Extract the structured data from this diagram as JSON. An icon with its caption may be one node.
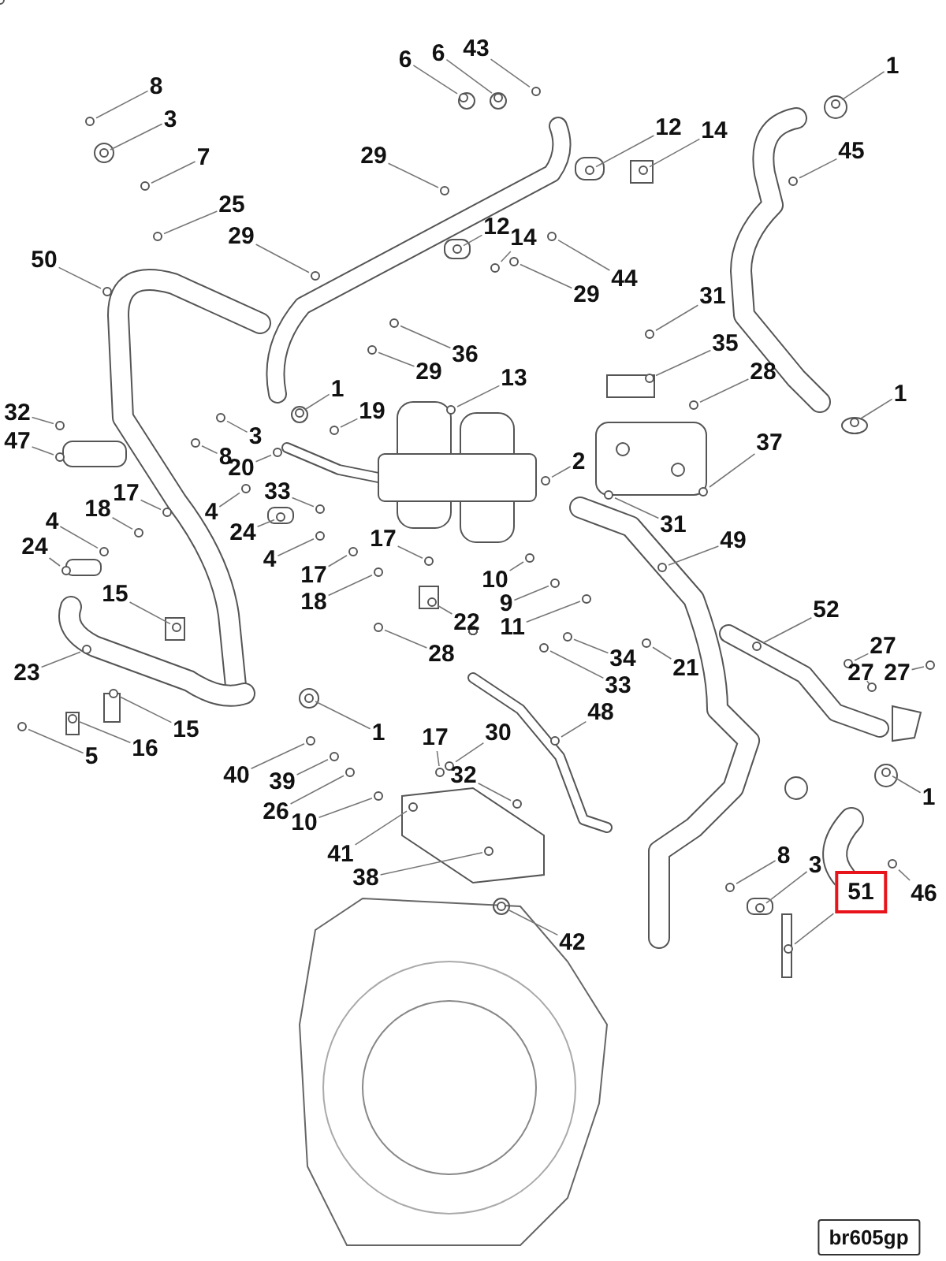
{
  "diagram": {
    "nodes": [
      {
        "text": [
          "8"
        ]
      },
      {
        "text": [
          "3"
        ]
      },
      {
        "text": [
          "7"
        ]
      },
      {
        "text": [
          "25"
        ]
      },
      {
        "text": [
          "50"
        ]
      },
      {
        "text": [
          "29"
        ]
      },
      {
        "text": [
          "29"
        ]
      },
      {
        "text": [
          "6"
        ]
      },
      {
        "text": [
          "6"
        ]
      },
      {
        "text": [
          "43"
        ]
      },
      {
        "text": [
          "1"
        ]
      },
      {
        "text": [
          "12"
        ]
      },
      {
        "text": [
          "14"
        ]
      },
      {
        "text": [
          "45"
        ]
      },
      {
        "text": [
          "12"
        ]
      },
      {
        "text": [
          "14"
        ]
      },
      {
        "text": [
          "29"
        ]
      },
      {
        "text": [
          "44"
        ]
      },
      {
        "text": [
          "31"
        ]
      },
      {
        "text": [
          "36"
        ]
      },
      {
        "text": [
          "29"
        ]
      },
      {
        "text": [
          "35"
        ]
      },
      {
        "text": [
          "28"
        ]
      },
      {
        "text": [
          "1"
        ]
      },
      {
        "text": [
          "1"
        ]
      },
      {
        "text": [
          "13"
        ]
      },
      {
        "text": [
          "19"
        ]
      },
      {
        "text": [
          "32"
        ]
      },
      {
        "text": [
          "47"
        ]
      },
      {
        "text": [
          "3"
        ]
      },
      {
        "text": [
          "8"
        ]
      },
      {
        "text": [
          "20"
        ]
      },
      {
        "text": [
          "33"
        ]
      },
      {
        "text": [
          "4"
        ]
      },
      {
        "text": [
          "24"
        ]
      },
      {
        "text": [
          "17"
        ]
      },
      {
        "text": [
          "18"
        ]
      },
      {
        "text": [
          "4"
        ]
      },
      {
        "text": [
          "24"
        ]
      },
      {
        "text": [
          "17"
        ]
      },
      {
        "text": [
          "4"
        ]
      },
      {
        "text": [
          "17"
        ]
      },
      {
        "text": [
          "18"
        ]
      },
      {
        "text": [
          "22"
        ]
      },
      {
        "text": [
          "28"
        ]
      },
      {
        "text": [
          "15"
        ]
      },
      {
        "text": [
          "23"
        ]
      },
      {
        "text": [
          "15"
        ]
      },
      {
        "text": [
          "5"
        ]
      },
      {
        "text": [
          "16"
        ]
      },
      {
        "text": [
          "1"
        ]
      },
      {
        "text": [
          "2"
        ]
      },
      {
        "text": [
          "37"
        ]
      },
      {
        "text": [
          "31"
        ]
      },
      {
        "text": [
          "49"
        ]
      },
      {
        "text": [
          "10"
        ]
      },
      {
        "text": [
          "9"
        ]
      },
      {
        "text": [
          "11"
        ]
      },
      {
        "text": [
          "52"
        ]
      },
      {
        "text": [
          "34"
        ]
      },
      {
        "text": [
          "33"
        ]
      },
      {
        "text": [
          "21"
        ]
      },
      {
        "text": [
          "27"
        ]
      },
      {
        "text": [
          "27"
        ]
      },
      {
        "text": [
          "27"
        ]
      },
      {
        "text": [
          "48"
        ]
      },
      {
        "text": [
          "17"
        ]
      },
      {
        "text": [
          "30"
        ]
      },
      {
        "text": [
          "32"
        ]
      },
      {
        "text": [
          "40"
        ]
      },
      {
        "text": [
          "39"
        ]
      },
      {
        "text": [
          "26"
        ]
      },
      {
        "text": [
          "10"
        ]
      },
      {
        "text": [
          "41"
        ]
      },
      {
        "text": [
          "38"
        ]
      },
      {
        "text": [
          "42"
        ]
      },
      {
        "text": [
          "1"
        ]
      },
      {
        "text": [
          "8"
        ]
      },
      {
        "text": [
          "3"
        ]
      },
      {
        "text": [
          "51"
        ]
      },
      {
        "text": [
          "46"
        ]
      },
      {
        "text": [
          "br605gp"
        ]
      },
      {
        "text": [],
        "shape": "circle"
      },
      {
        "text": [],
        "shape": "circle"
      },
      {
        "text": [],
        "shape": "circle"
      },
      {
        "text": [],
        "shape": "circle"
      },
      {
        "text": [],
        "shape": "circle"
      },
      {
        "text": [],
        "shape": "circle"
      },
      {
        "text": [],
        "shape": "circle"
      },
      {
        "text": [],
        "shape": "circle"
      },
      {
        "text": [],
        "shape": "circle"
      },
      {
        "text": [],
        "shape": "circle"
      },
      {
        "text": [],
        "shape": "circle"
      },
      {
        "text": [],
        "shape": "circle"
      },
      {
        "text": [],
        "shape": "circle"
      },
      {
        "text": [],
        "shape": "circle"
      },
      {
        "text": [],
        "shape": "circle"
      },
      {
        "text": [],
        "shape": "circle"
      },
      {
        "text": [],
        "shape": "circle"
      },
      {
        "text": [],
        "shape": "circle"
      },
      {
        "text": [],
        "shape": "circle"
      },
      {
        "text": [],
        "shape": "circle"
      },
      {
        "text": [],
        "shape": "circle"
      },
      {
        "text": [],
        "shape": "circle"
      },
      {
        "text": [],
        "shape": "circle"
      },
      {
        "text": [],
        "shape": "circle"
      },
      {
        "text": [],
        "shape": "circle"
      },
      {
        "text": [],
        "shape": "circle"
      },
      {
        "text": [],
        "shape": "circle"
      },
      {
        "text": [],
        "shape": "circle"
      },
      {
        "text": [],
        "shape": "circle"
      },
      {
        "text": [],
        "shape": "circle"
      },
      {
        "text": [],
        "shape": "circle"
      },
      {
        "text": [],
        "shape": "circle"
      },
      {
        "text": [],
        "shape": "circle"
      },
      {
        "text": [],
        "shape": "circle"
      },
      {
        "text": [],
        "shape": "circle"
      },
      {
        "text": [],
        "shape": "circle"
      },
      {
        "text": [],
        "shape": "circle"
      },
      {
        "text": [],
        "shape": "circle"
      },
      {
        "text": [],
        "shape": "circle"
      },
      {
        "text": [],
        "shape": "circle"
      },
      {
        "text": [],
        "shape": "circle"
      },
      {
        "text": [],
        "shape": "circle"
      },
      {
        "text": [],
        "shape": "circle"
      },
      {
        "text": [],
        "shape": "circle"
      },
      {
        "text": [],
        "shape": "circle"
      },
      {
        "text": [],
        "shape": "circle"
      },
      {
        "text": [],
        "shape": "circle"
      },
      {
        "text": [],
        "shape": "circle"
      },
      {
        "text": [],
        "shape": "circle"
      },
      {
        "text": [],
        "shape": "circle"
      },
      {
        "text": [],
        "shape": "circle"
      },
      {
        "text": [],
        "shape": "circle"
      },
      {
        "text": [],
        "shape": "circle"
      },
      {
        "text": [],
        "shape": "circle"
      },
      {
        "text": [],
        "shape": "circle"
      },
      {
        "text": [],
        "shape": "circle"
      },
      {
        "text": [],
        "shape": "circle"
      },
      {
        "text": [],
        "shape": "circle"
      },
      {
        "text": [],
        "shape": "circle"
      },
      {
        "text": [],
        "shape": "circle"
      },
      {
        "text": [],
        "shape": "circle"
      },
      {
        "text": [],
        "shape": "circle"
      },
      {
        "text": [],
        "shape": "circle"
      },
      {
        "text": [],
        "shape": "circle"
      },
      {
        "text": [],
        "shape": "circle"
      },
      {
        "text": [],
        "shape": "circle"
      },
      {
        "text": [],
        "shape": "circle"
      },
      {
        "text": [],
        "shape": "circle"
      },
      {
        "text": [],
        "shape": "circle"
      },
      {
        "text": [],
        "shape": "circle"
      },
      {
        "text": [],
        "shape": "circle"
      },
      {
        "text": [],
        "shape": "circle"
      },
      {
        "text": [],
        "shape": "circle"
      },
      {
        "text": [],
        "shape": "circle"
      },
      {
        "text": [],
        "shape": "circle"
      },
      {
        "text": [],
        "shape": "circle"
      },
      {
        "text": [],
        "shape": "circle"
      },
      {
        "text": [],
        "shape": "circle"
      },
      {
        "text": [],
        "shape": "circle"
      },
      {
        "text": [],
        "shape": "circle"
      },
      {
        "text": [],
        "shape": "circle"
      },
      {
        "text": [],
        "shape": "circle"
      },
      {
        "text": [],
        "shape": "circle"
      },
      {
        "text": [],
        "shape": "circle"
      },
      {
        "text": [],
        "shape": "circle"
      },
      {
        "text": [],
        "shape": "circle"
      },
      {
        "text": [],
        "shape": "circle"
      },
      {
        "text": [],
        "shape": "circle"
      },
      {
        "text": [],
        "shape": "circle"
      },
      {
        "text": [],
        "shape": "circle"
      },
      {
        "text": [],
        "shape": "circle"
      }
    ],
    "edges": [
      {
        "from": 0,
        "to": 82,
        "arrow": "none"
      },
      {
        "from": 1,
        "to": 83,
        "arrow": "none"
      },
      {
        "from": 2,
        "to": 84,
        "arrow": "none"
      },
      {
        "from": 3,
        "to": 85,
        "arrow": "none"
      },
      {
        "from": 4,
        "to": 86,
        "arrow": "none"
      },
      {
        "from": 5,
        "to": 87,
        "arrow": "none"
      },
      {
        "from": 6,
        "to": 88,
        "arrow": "none"
      },
      {
        "from": 7,
        "to": 89,
        "arrow": "none"
      },
      {
        "from": 8,
        "to": 90,
        "arrow": "none"
      },
      {
        "from": 9,
        "to": 91,
        "arrow": "none"
      },
      {
        "from": 10,
        "to": 92,
        "arrow": "none"
      },
      {
        "from": 11,
        "to": 93,
        "arrow": "none"
      },
      {
        "from": 12,
        "to": 94,
        "arrow": "none"
      },
      {
        "from": 13,
        "to": 95,
        "arrow": "none"
      },
      {
        "from": 14,
        "to": 96,
        "arrow": "none"
      },
      {
        "from": 15,
        "to": 97,
        "arrow": "none"
      },
      {
        "from": 16,
        "to": 98,
        "arrow": "none"
      },
      {
        "from": 17,
        "to": 99,
        "arrow": "none"
      },
      {
        "from": 18,
        "to": 100,
        "arrow": "none"
      },
      {
        "from": 19,
        "to": 101,
        "arrow": "none"
      },
      {
        "from": 20,
        "to": 102,
        "arrow": "none"
      },
      {
        "from": 21,
        "to": 103,
        "arrow": "none"
      },
      {
        "from": 22,
        "to": 104,
        "arrow": "none"
      },
      {
        "from": 23,
        "to": 105,
        "arrow": "none"
      },
      {
        "from": 24,
        "to": 106,
        "arrow": "none"
      },
      {
        "from": 25,
        "to": 107,
        "arrow": "none"
      },
      {
        "from": 26,
        "to": 108,
        "arrow": "none"
      },
      {
        "from": 27,
        "to": 109,
        "arrow": "none"
      },
      {
        "from": 28,
        "to": 110,
        "arrow": "none"
      },
      {
        "from": 29,
        "to": 111,
        "arrow": "none"
      },
      {
        "from": 30,
        "to": 112,
        "arrow": "none"
      },
      {
        "from": 31,
        "to": 113,
        "arrow": "none"
      },
      {
        "from": 32,
        "to": 114,
        "arrow": "none"
      },
      {
        "from": 33,
        "to": 115,
        "arrow": "none"
      },
      {
        "from": 34,
        "to": 116,
        "arrow": "none"
      },
      {
        "from": 35,
        "to": 117,
        "arrow": "none"
      },
      {
        "from": 36,
        "to": 118,
        "arrow": "none"
      },
      {
        "from": 37,
        "to": 119,
        "arrow": "none"
      },
      {
        "from": 38,
        "to": 120,
        "arrow": "none"
      },
      {
        "from": 39,
        "to": 121,
        "arrow": "none"
      },
      {
        "from": 40,
        "to": 122,
        "arrow": "none"
      },
      {
        "from": 41,
        "to": 123,
        "arrow": "none"
      },
      {
        "from": 42,
        "to": 124,
        "arrow": "none"
      },
      {
        "from": 43,
        "to": 125,
        "arrow": "none"
      },
      {
        "from": 44,
        "to": 126,
        "arrow": "none"
      },
      {
        "from": 45,
        "to": 127,
        "arrow": "none"
      },
      {
        "from": 46,
        "to": 128,
        "arrow": "none"
      },
      {
        "from": 47,
        "to": 129,
        "arrow": "none"
      },
      {
        "from": 48,
        "to": 130,
        "arrow": "none"
      },
      {
        "from": 49,
        "to": 131,
        "arrow": "none"
      },
      {
        "from": 50,
        "to": 132,
        "arrow": "none"
      },
      {
        "from": 51,
        "to": 133,
        "arrow": "none"
      },
      {
        "from": 52,
        "to": 134,
        "arrow": "none"
      },
      {
        "from": 53,
        "to": 135,
        "arrow": "none"
      },
      {
        "from": 54,
        "to": 136,
        "arrow": "none"
      },
      {
        "from": 55,
        "to": 137,
        "arrow": "none"
      },
      {
        "from": 56,
        "to": 138,
        "arrow": "none"
      },
      {
        "from": 57,
        "to": 139,
        "arrow": "none"
      },
      {
        "from": 58,
        "to": 140,
        "arrow": "none"
      },
      {
        "from": 59,
        "to": 141,
        "arrow": "none"
      },
      {
        "from": 60,
        "to": 142,
        "arrow": "none"
      },
      {
        "from": 61,
        "to": 143,
        "arrow": "none"
      },
      {
        "from": 62,
        "to": 144,
        "arrow": "none"
      },
      {
        "from": 63,
        "to": 145,
        "arrow": "none"
      },
      {
        "from": 64,
        "to": 146,
        "arrow": "none"
      },
      {
        "from": 65,
        "to": 147,
        "arrow": "none"
      },
      {
        "from": 66,
        "to": 148,
        "arrow": "none"
      },
      {
        "from": 67,
        "to": 149,
        "arrow": "none"
      },
      {
        "from": 68,
        "to": 150,
        "arrow": "none"
      },
      {
        "from": 69,
        "to": 151,
        "arrow": "none"
      },
      {
        "from": 70,
        "to": 152,
        "arrow": "none"
      },
      {
        "from": 71,
        "to": 153,
        "arrow": "none"
      },
      {
        "from": 72,
        "to": 154,
        "arrow": "none"
      },
      {
        "from": 73,
        "to": 155,
        "arrow": "none"
      },
      {
        "from": 74,
        "to": 156,
        "arrow": "none"
      },
      {
        "from": 75,
        "to": 157,
        "arrow": "none"
      },
      {
        "from": 76,
        "to": 158,
        "arrow": "none"
      },
      {
        "from": 77,
        "to": 159,
        "arrow": "none"
      },
      {
        "from": 78,
        "to": 160,
        "arrow": "none"
      },
      {
        "from": 79,
        "to": 161,
        "arrow": "none"
      },
      {
        "from": 80,
        "to": 162,
        "arrow": "none"
      }
    ]
  }
}
